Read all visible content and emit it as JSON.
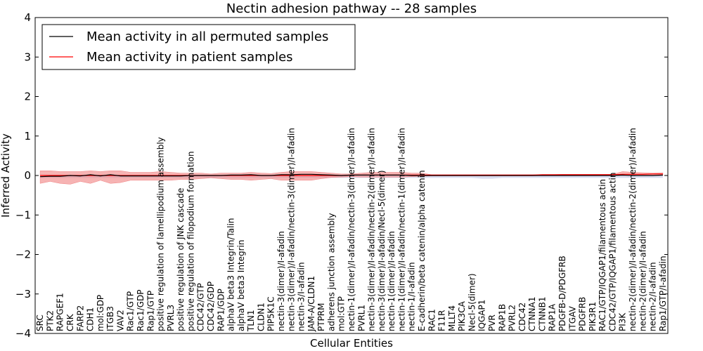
{
  "chart_data": {
    "type": "line",
    "title": "Nectin adhesion pathway -- 28 samples",
    "xlabel": "Cellular Entities",
    "ylabel": "Inferred Activity",
    "ylim": [
      -4,
      4
    ],
    "yticks": [
      "−4",
      "−3",
      "−2",
      "−1",
      "0",
      "1",
      "2",
      "3",
      "4"
    ],
    "legend": "top-left",
    "colors": {
      "permuted": "#000000",
      "patient": "#ff0000",
      "band_patient": "#f08080",
      "band_permuted": "#b0b8e0"
    },
    "categories": [
      "SRC",
      "PTK2",
      "RAPGEF1",
      "CRK",
      "FARP2",
      "CDH1",
      "mol:GDP",
      "ITGB3",
      "VAV2",
      "Rac1/GTP",
      "Rac1/GDP",
      "Rap1/GTP",
      "positive regulation of lamellipodium assembly",
      "PVRL3",
      "positive regulation of JNK cascade",
      "positive regulation of filopodium formation",
      "CDC42/GTP",
      "CDC42/GDP",
      "RAP1/GDP",
      "alphaV beta3 Integrin/Talin",
      "alphaV beta3 Integrin",
      "TLN1",
      "CLDN1",
      "PIP5K1C",
      "nectin-3(dimer)/I-afadin",
      "nectin-3(dimer)/I-afadin/nectin-3(dimer)/I-afadin",
      "nectin-3/I-afadin",
      "JAM-A/CLDN1",
      "PTPRM",
      "adherens junction assembly",
      "mol:GTP",
      "nectin-1(dimer)/I-afadin/nectin-3(dimer)/I-afadin",
      "PVRL1",
      "nectin-3(dimer)/I-afadin/nectin-2(dimer)/I-afadin",
      "nectin-3(dimer)/I-afadin/Necl-5(dimer)",
      "nectin-1(dimer)/I-afadin",
      "nectin-1(dimer)/I-afadin/nectin-1(dimer)/I-afadin",
      "nectin-1/I-afadin",
      "E-cadherin/beta catenin/alpha catenin",
      "RAC1",
      "F11R",
      "MLLT4",
      "PIK3CA",
      "Necl-5(dimer)",
      "IQGAP1",
      "PVR",
      "RAP1B",
      "PVRL2",
      "CDC42",
      "CTNNA1",
      "CTNNB1",
      "RAP1A",
      "PDGFB-D/PDGFRB",
      "ITGAV",
      "PDGFRB",
      "PIK3R1",
      "RAC1/GTP/IQGAP1/filamentous actin",
      "CDC42/GTP/IQGAP1/filamentous actin",
      "PI3K",
      "nectin-2(dimer)/I-afadin/nectin-2(dimer)/I-afadin",
      "nectin-2(dimer)/I-afadin",
      "nectin-2/I-afadin",
      "Rap1/GTP/I-afadin"
    ],
    "series": [
      {
        "name": "Mean activity in all permuted samples",
        "values": [
          -0.03,
          -0.02,
          -0.02,
          0.0,
          -0.01,
          0.02,
          -0.01,
          0.02,
          -0.01,
          -0.01,
          -0.01,
          -0.01,
          -0.01,
          -0.01,
          -0.01,
          0.0,
          0.0,
          0.0,
          0.0,
          0.01,
          0.01,
          0.02,
          0.0,
          0.0,
          0.02,
          0.02,
          0.03,
          0.03,
          0.02,
          0.01,
          0.0,
          0.01,
          0.01,
          0.01,
          0.01,
          0.01,
          0.01,
          0.0,
          0.0,
          0.0,
          0.0,
          0.0,
          0.0,
          0.0,
          0.0,
          0.0,
          0.0,
          0.0,
          0.0,
          0.0,
          0.0,
          0.0,
          0.0,
          0.0,
          0.0,
          0.0,
          0.0,
          0.0,
          0.01,
          0.0,
          0.0,
          0.0,
          0.01
        ]
      },
      {
        "name": "Mean activity in patient samples",
        "values": [
          0.0,
          0.0,
          0.0,
          0.0,
          0.0,
          0.0,
          0.0,
          0.0,
          0.0,
          0.0,
          0.0,
          0.0,
          0.0,
          0.0,
          0.0,
          0.0,
          0.0,
          0.0,
          0.0,
          0.0,
          0.0,
          0.0,
          0.0,
          0.0,
          0.0,
          0.0,
          0.0,
          0.0,
          0.0,
          0.0,
          0.0,
          0.01,
          0.01,
          0.01,
          0.01,
          0.01,
          0.01,
          0.01,
          0.01,
          0.01,
          0.01,
          0.01,
          0.01,
          0.01,
          0.01,
          0.01,
          0.01,
          0.01,
          0.01,
          0.01,
          0.02,
          0.02,
          0.02,
          0.02,
          0.02,
          0.02,
          0.02,
          0.02,
          0.03,
          0.03,
          0.03,
          0.04,
          0.04
        ]
      }
    ],
    "band_patient": {
      "upper": [
        0.12,
        0.12,
        0.1,
        0.1,
        0.1,
        0.12,
        0.1,
        0.12,
        0.12,
        0.08,
        0.08,
        0.08,
        0.1,
        0.08,
        0.06,
        0.06,
        0.06,
        0.04,
        0.06,
        0.06,
        0.06,
        0.08,
        0.06,
        0.05,
        0.08,
        0.1,
        0.1,
        0.1,
        0.08,
        0.06,
        0.04,
        0.04,
        0.06,
        0.08,
        0.08,
        0.08,
        0.08,
        0.06,
        0.06,
        0.02,
        0.02,
        0.02,
        0.02,
        0.02,
        0.02,
        0.02,
        0.02,
        0.02,
        0.02,
        0.02,
        0.02,
        0.02,
        0.03,
        0.03,
        0.03,
        0.03,
        0.03,
        0.03,
        0.1,
        0.08,
        0.07,
        0.06,
        0.07
      ],
      "lower": [
        -0.2,
        -0.15,
        -0.2,
        -0.22,
        -0.15,
        -0.2,
        -0.12,
        -0.2,
        -0.18,
        -0.12,
        -0.12,
        -0.12,
        -0.12,
        -0.12,
        -0.1,
        -0.1,
        -0.08,
        -0.06,
        -0.08,
        -0.1,
        -0.1,
        -0.12,
        -0.1,
        -0.08,
        -0.12,
        -0.12,
        -0.12,
        -0.12,
        -0.08,
        -0.05,
        -0.04,
        -0.03,
        -0.04,
        -0.04,
        -0.04,
        -0.04,
        -0.04,
        -0.03,
        -0.02,
        -0.01,
        -0.01,
        -0.01,
        -0.01,
        -0.01,
        -0.01,
        -0.01,
        -0.01,
        -0.01,
        -0.01,
        -0.01,
        0.0,
        0.0,
        0.0,
        0.0,
        0.0,
        0.0,
        0.0,
        0.0,
        0.0,
        0.0,
        0.0,
        0.0,
        0.0
      ]
    },
    "band_permuted": {
      "upper": [
        0.02,
        0.02,
        0.02,
        0.02,
        0.02,
        0.02,
        0.02,
        0.02,
        0.02,
        0.02,
        0.02,
        0.02,
        0.02,
        0.02,
        0.02,
        0.02,
        0.02,
        0.02,
        0.02,
        0.02,
        0.02,
        0.02,
        0.02,
        0.02,
        0.02,
        0.02,
        0.02,
        0.02,
        0.02,
        0.02,
        0.02,
        0.02,
        0.02,
        0.02,
        0.02,
        0.02,
        0.02,
        0.02,
        0.02,
        0.02,
        0.02,
        0.02,
        0.02,
        0.02,
        0.02,
        0.02,
        0.02,
        0.02,
        0.02,
        0.02,
        0.02,
        0.02,
        0.02,
        0.02,
        0.02,
        0.02,
        0.02,
        0.02,
        0.02,
        0.02,
        0.02,
        0.02,
        0.02
      ],
      "lower": [
        -0.06,
        -0.06,
        -0.06,
        -0.06,
        -0.06,
        -0.06,
        -0.06,
        -0.06,
        -0.06,
        -0.06,
        -0.06,
        -0.06,
        -0.06,
        -0.06,
        -0.06,
        -0.06,
        -0.06,
        -0.06,
        -0.06,
        -0.06,
        -0.06,
        -0.06,
        -0.06,
        -0.06,
        -0.06,
        -0.06,
        -0.06,
        -0.06,
        -0.06,
        -0.06,
        -0.06,
        -0.06,
        -0.06,
        -0.06,
        -0.06,
        -0.06,
        -0.06,
        -0.06,
        -0.06,
        -0.06,
        -0.06,
        -0.06,
        -0.06,
        -0.06,
        -0.08,
        -0.08,
        -0.06,
        -0.06,
        -0.06,
        -0.06,
        -0.06,
        -0.06,
        -0.06,
        -0.06,
        -0.06,
        -0.06,
        -0.06,
        -0.06,
        -0.06,
        -0.06,
        -0.06,
        -0.06,
        -0.06
      ]
    }
  }
}
